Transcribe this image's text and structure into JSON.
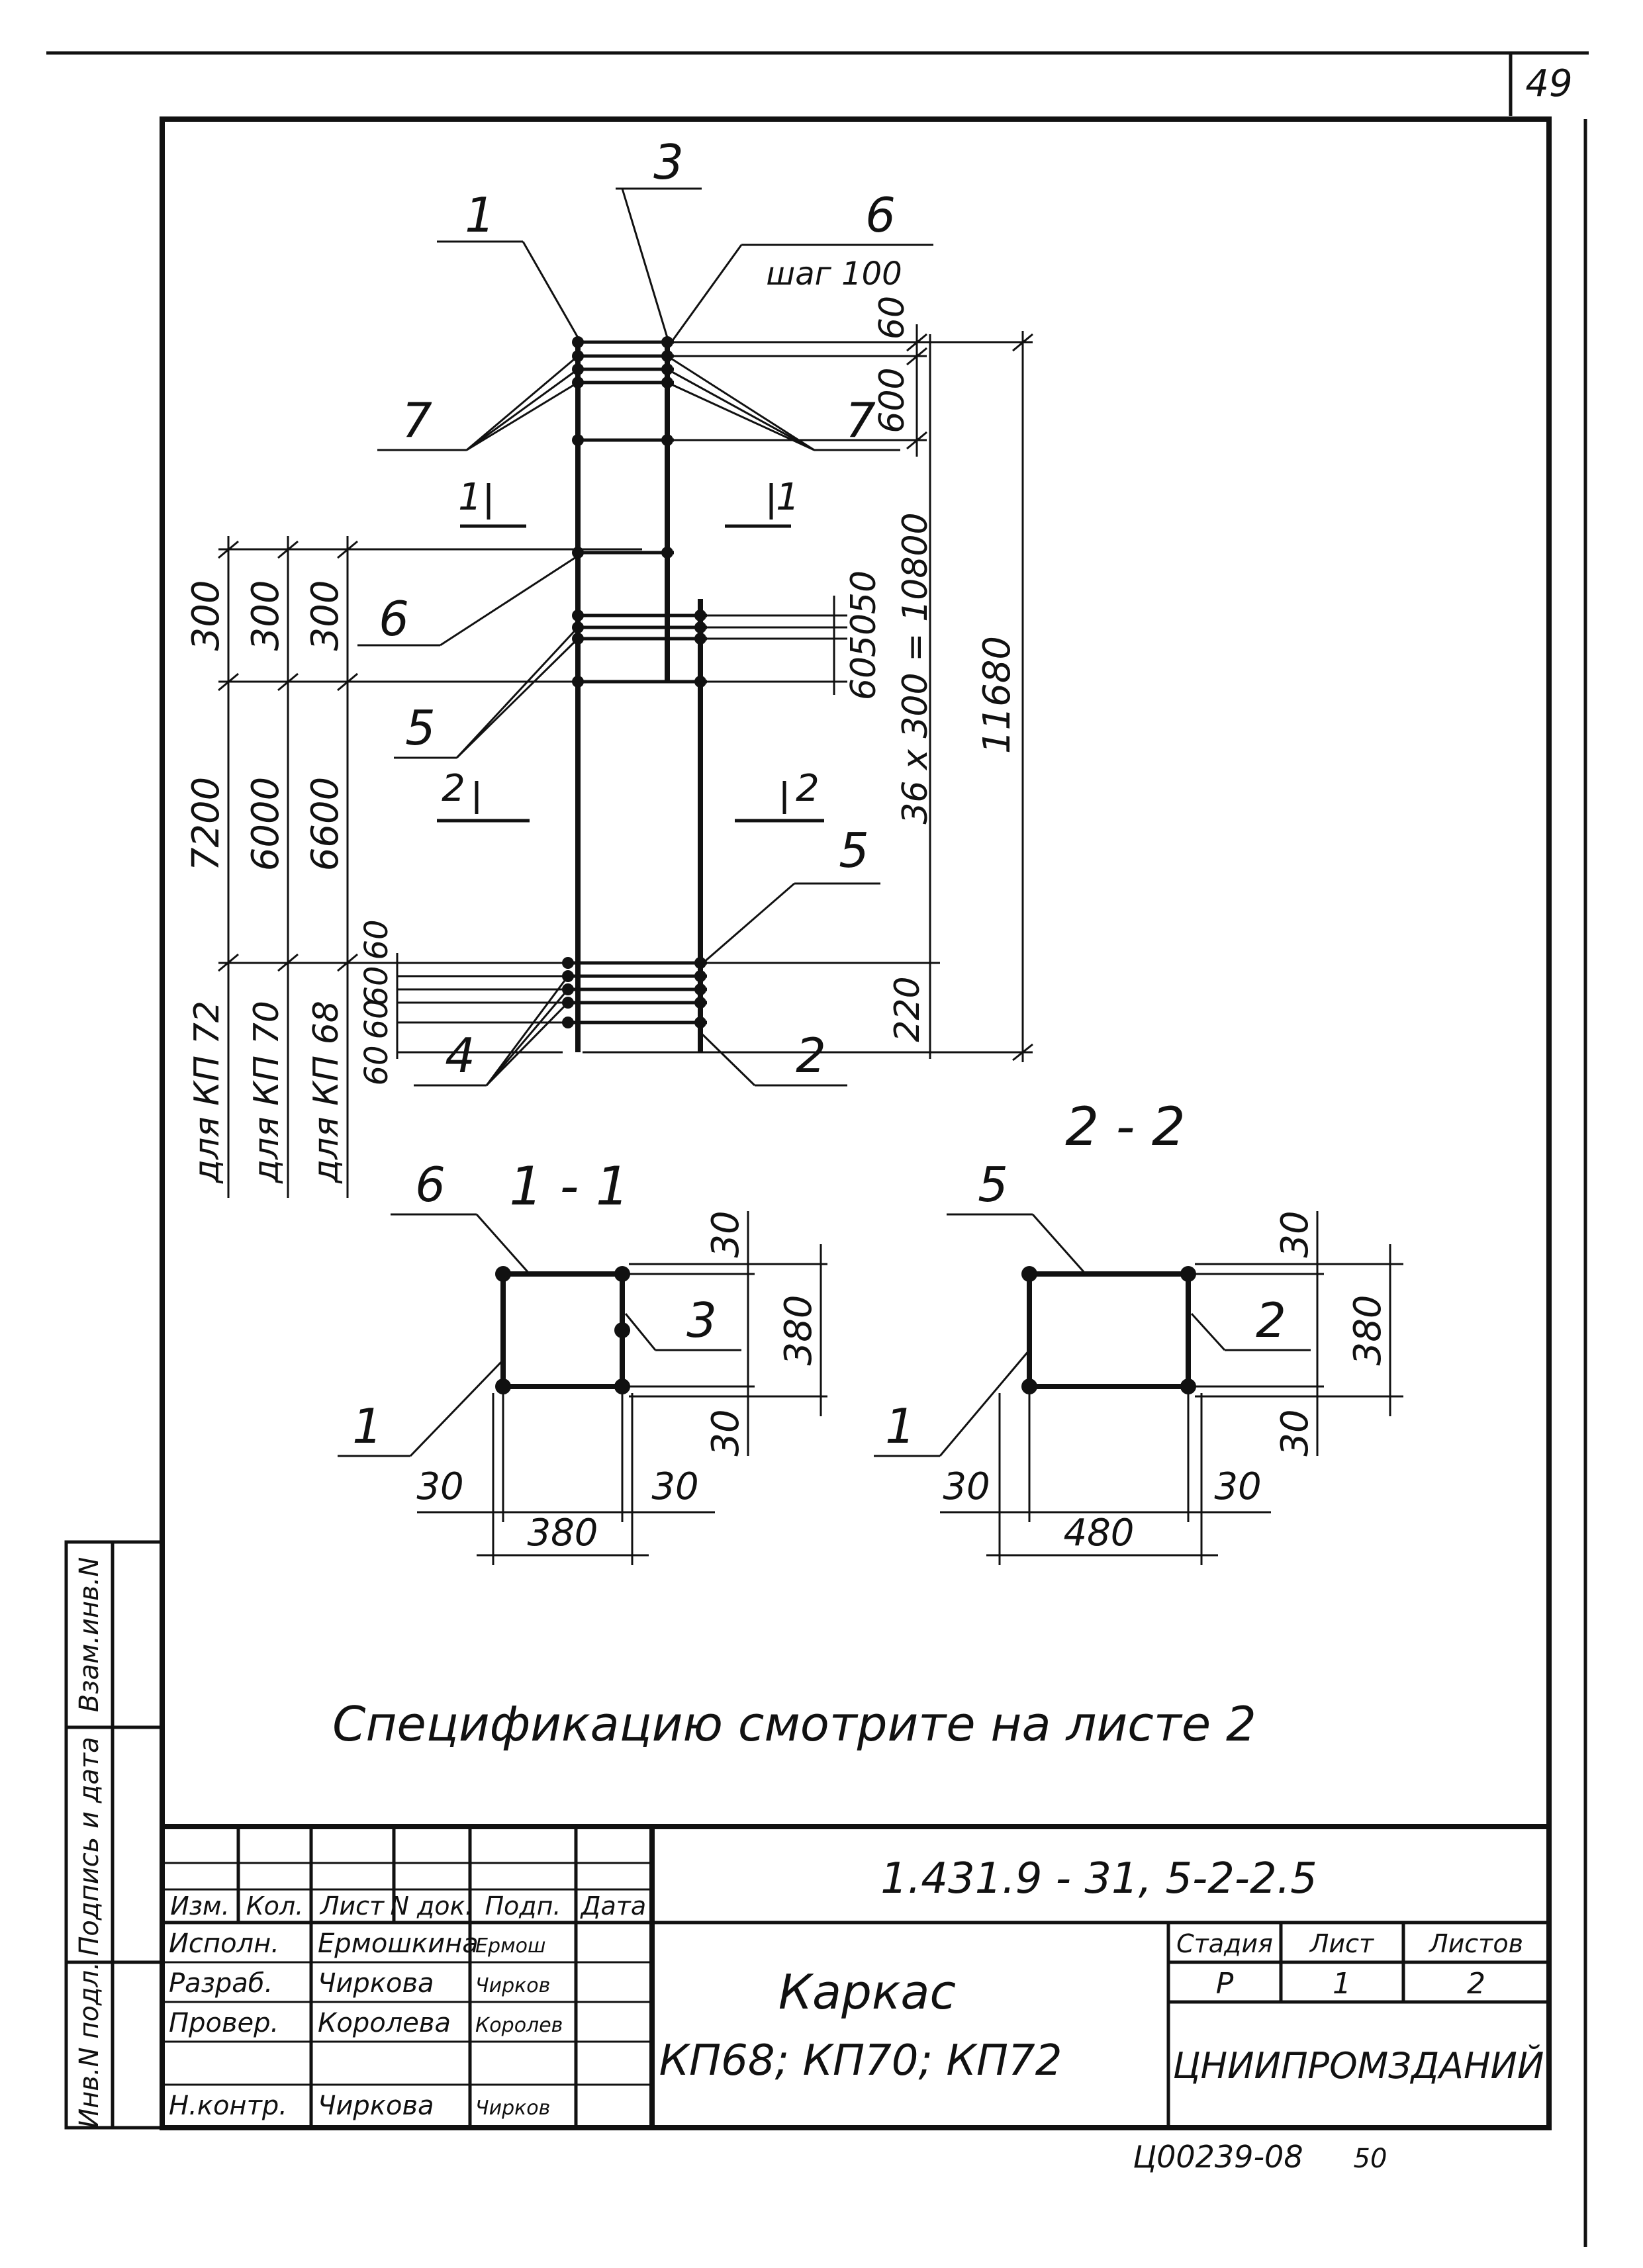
{
  "page_number": "49",
  "sheet_code": "1.431.9 - 31, 5-2-2.5",
  "note": "Спецификацию смотрите на листе 2",
  "title": {
    "line1": "Каркас",
    "line2": "КП68; КП70; КП72"
  },
  "stamp": {
    "headers": [
      "Изм.",
      "Кол.",
      "Лист",
      "N док.",
      "Подп.",
      "Дата"
    ],
    "rows": [
      {
        "role": "Исполн.",
        "name": "Ермошкина",
        "sign": "Ермош"
      },
      {
        "role": "Разраб.",
        "name": "Чиркова",
        "sign": "Чирков"
      },
      {
        "role": "Провер.",
        "name": "Королева",
        "sign": "Королев"
      },
      {
        "role": "",
        "name": "",
        "sign": ""
      },
      {
        "role": "Н.контр.",
        "name": "Чиркова",
        "sign": "Чирков"
      }
    ],
    "stage_header": "Стадия",
    "sheet_header": "Лист",
    "sheets_header": "Листов",
    "stage": "Р",
    "sheet": "1",
    "sheets": "2",
    "org": "ЦНИИПРОМЗДАНИЙ"
  },
  "side_labels": [
    "Взам.инв.N",
    "Подпись и дата",
    "Инв.N подл."
  ],
  "bottom_code": "Ц00239-08",
  "bottom_num": "50",
  "elevation": {
    "pos_labels": [
      "1",
      "3",
      "6",
      "7",
      "7",
      "6",
      "5",
      "5",
      "4",
      "2"
    ],
    "step_label": "шаг 100",
    "section_marks": [
      "1",
      "1",
      "2",
      "2"
    ],
    "right_dims": [
      "60",
      "600",
      "50",
      "50",
      "60",
      "36 x 300 = 10800",
      "220",
      "11680"
    ],
    "left_dims": {
      "col1": [
        "300",
        "7200",
        "для КП 72"
      ],
      "col2": [
        "300",
        "6000",
        "для КП 70"
      ],
      "col3": [
        "300",
        "6600",
        "для КП 68"
      ],
      "bottom": [
        "60",
        "60",
        "60",
        "60"
      ]
    }
  },
  "section1": {
    "title": "1 - 1",
    "pos_labels": [
      "6",
      "3",
      "1"
    ],
    "dims": [
      "30",
      "380",
      "30",
      "30",
      "30",
      "380"
    ]
  },
  "section2": {
    "title": "2 - 2",
    "pos_labels": [
      "5",
      "2",
      "1"
    ],
    "dims": [
      "30",
      "380",
      "30",
      "30",
      "30",
      "480"
    ]
  }
}
